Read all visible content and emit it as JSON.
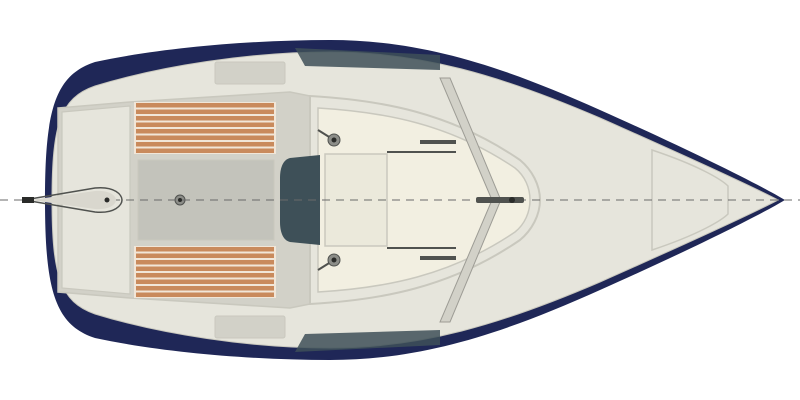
{
  "diagram": {
    "subject": "sailboat-deck-plan-top-view",
    "colors": {
      "background": "#ffffff",
      "hull": "#1f2757",
      "deck": "#e6e5dc",
      "deck_edge": "#c9c8be",
      "cockpit": "#d2d1c8",
      "cockpit_floor": "#c3c3bb",
      "cabin_top": "#f2efe1",
      "hatch": "#ebe9db",
      "teak": "#c98a5c",
      "teak_seam": "#f1e6d8",
      "companionway": "#3e5058",
      "fittings": "#50524f",
      "centerline": "#6a6a6a"
    },
    "teak_panels": [
      {
        "name": "port-seat",
        "plank_count": 8
      },
      {
        "name": "starboard-seat",
        "plank_count": 8
      }
    ],
    "fittings": [
      "tiller",
      "winch-port",
      "winch-starboard",
      "cockpit-drain",
      "mast-step",
      "jib-track-port",
      "jib-track-starboard"
    ]
  }
}
